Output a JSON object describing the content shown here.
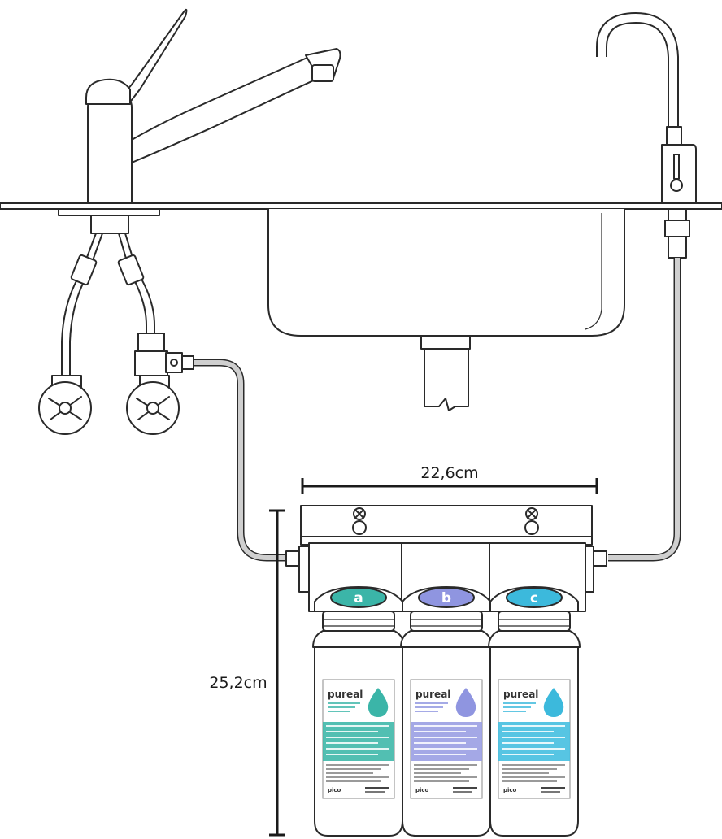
{
  "dimensions": {
    "width_label": "22,6cm",
    "height_label": "25,2cm"
  },
  "filters": [
    {
      "letter": "a",
      "brand": "pureal",
      "color": "#3bb5a8",
      "band_color": "#3fb8aa"
    },
    {
      "letter": "b",
      "brand": "pureal",
      "color": "#8f95e0",
      "band_color": "#9a9fe3"
    },
    {
      "letter": "c",
      "brand": "pureal",
      "color": "#3cb9dc",
      "band_color": "#45bfe0"
    }
  ],
  "filter_footer": "pico",
  "colors": {
    "line": "#2a2a2a",
    "tube": "#c8c8c8"
  }
}
